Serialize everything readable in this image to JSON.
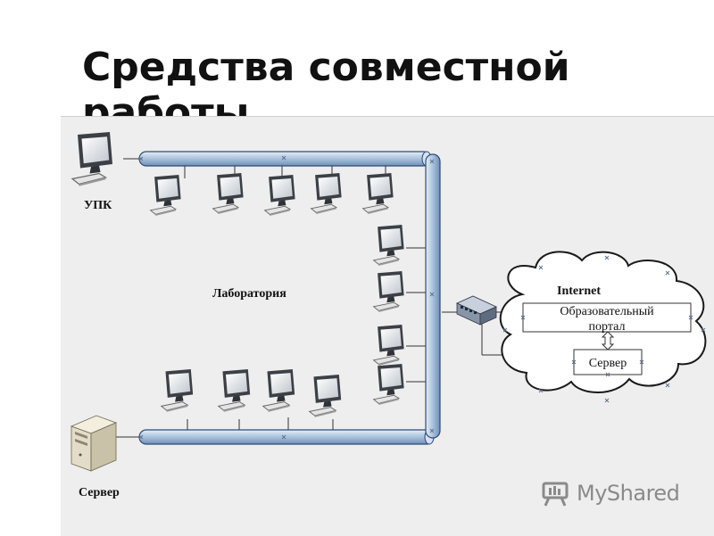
{
  "title": "Средства совместной работы",
  "labels": {
    "upk": "УПК",
    "lab": "Лаборатория",
    "server_left": "Сервер",
    "internet": "Internet",
    "portal_line1": "Образовательный",
    "portal_line2": "портал",
    "server_cloud": "Сервер"
  },
  "watermark": {
    "text": "MyShared",
    "icon": "myshared-logo-icon"
  },
  "colors": {
    "pipe_fill": "#b8cde3",
    "pipe_stroke": "#2e4a78",
    "panel": "#eeeeee"
  }
}
